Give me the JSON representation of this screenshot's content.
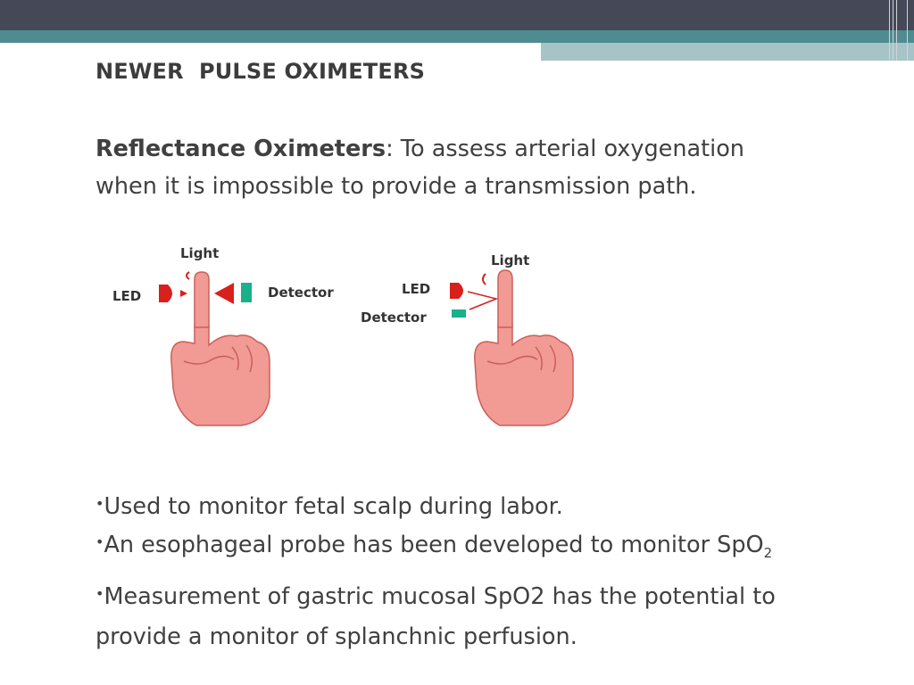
{
  "slide": {
    "title": "NEWER  PULSE OXIMETERS",
    "intro": {
      "term": "Reflectance Oximeters",
      "separator": ":",
      "text": " To assess arterial oxygenation when it is impossible to provide a transmission path."
    },
    "figure": {
      "left": {
        "light": "Light",
        "led": "LED",
        "detector": "Detector"
      },
      "right": {
        "light": "Light",
        "led": "LED",
        "detector": "Detector"
      }
    },
    "bullets": [
      {
        "marker": "•",
        "text": "Used to monitor fetal scalp during labor."
      },
      {
        "marker": "•",
        "text": "An esophageal probe has been developed to monitor SpO",
        "sub": "2"
      },
      {
        "marker": "•",
        "text": "Measurement of gastric mucosal SpO2 has the potential to provide a monitor of splanchnic perfusion."
      }
    ]
  },
  "colors": {
    "header_dark": "#454857",
    "header_teal": "#4f8c91",
    "header_light": "#a6c4c7",
    "hand": "#f29a94",
    "led": "#d8201c",
    "detector": "#19b08a"
  }
}
